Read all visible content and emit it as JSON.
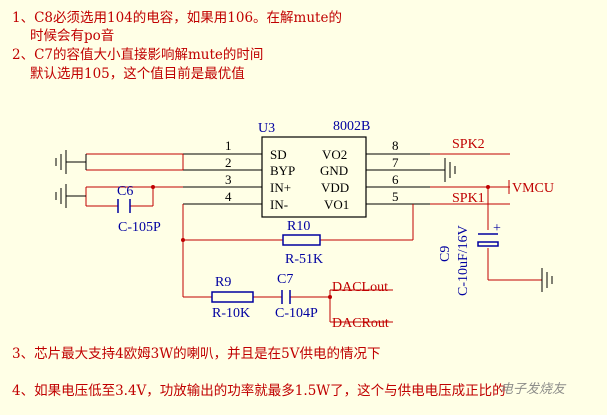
{
  "notes": [
    "1、C8必须选用104的电容，如果用106。在解mute的",
    "时候会有po音",
    "2、C7的容值大小直接影响解mute的时间",
    "默认选用105，这个值目前是最优值",
    "3、芯片最大支持4欧姆3W的喇叭，并且是在5V供电的情况下",
    "4、如果电压低至3.4V，功放输出的功率就最多1.5W了，这个与供电电压成正比的"
  ],
  "schematic": {
    "chip_ref": "U3",
    "chip_part": "8002B",
    "pins_left": [
      {
        "num": "1",
        "name": "SD"
      },
      {
        "num": "2",
        "name": "BYP"
      },
      {
        "num": "3",
        "name": "IN+"
      },
      {
        "num": "4",
        "name": "IN-"
      }
    ],
    "pins_right": [
      {
        "num": "8",
        "name": "VO2"
      },
      {
        "num": "7",
        "name": "GND"
      },
      {
        "num": "6",
        "name": "VDD"
      },
      {
        "num": "5",
        "name": "VO1"
      }
    ],
    "c6_ref": "C6",
    "c6_val": "C-105P",
    "r10_ref": "R10",
    "r10_val": "R-51K",
    "r9_ref": "R9",
    "r9_val": "R-10K",
    "c7_ref": "C7",
    "c7_val": "C-104P",
    "c9_ref": "C9",
    "c9_val": "C-10uF/16V",
    "c9_plus": "+",
    "spk2": "SPK2",
    "spk1": "SPK1",
    "vmcu": "VMCU",
    "dac_l": "DACLout",
    "dac_r": "DACRout"
  },
  "watermark": "电子发烧友",
  "colors": {
    "wire": "#C00000",
    "component": "#0000A0",
    "ground": "#000000",
    "background": "#FFFFE6"
  }
}
